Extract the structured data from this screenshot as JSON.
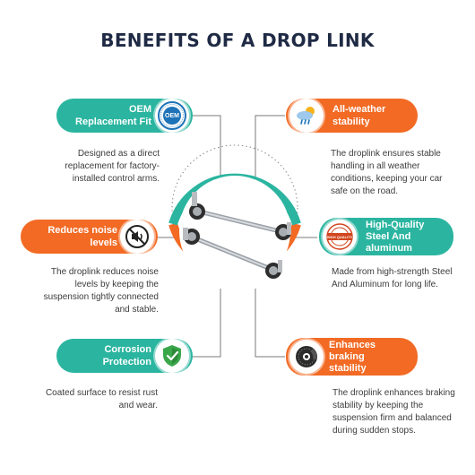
{
  "title": "BENEFITS OF A DROP LINK",
  "colors": {
    "teal": "#2bb5a0",
    "orange": "#f26a24",
    "navy": "#1f2a44",
    "line": "#7a7a7a"
  },
  "benefits": [
    {
      "label_line1": "OEM",
      "label_line2": "Replacement Fit",
      "icon": "oem-badge-icon",
      "badge_text": "OEM",
      "badge_ring": "REPLACEMENT",
      "description": "Designed as a direct replacement for factory-installed control arms."
    },
    {
      "label_line1": "All-weather",
      "label_line2": "stability",
      "icon": "weather-icon",
      "description": "The droplink ensures stable handling in all weather conditions, keeping your car safe on the road."
    },
    {
      "label_line1": "Reduces noise",
      "label_line2": "levels",
      "icon": "no-noise-icon",
      "description": "The droplink reduces noise levels by keeping the suspension tightly connected and stable."
    },
    {
      "label_line1": "High-Quality",
      "label_line2": "Steel And",
      "label_line3": "aluminum",
      "icon": "high-quality-stamp-icon",
      "stamp_text": "HIGH QUALITY",
      "description": "Made from high-strength Steel And Aluminum for long life."
    },
    {
      "label_line1": "Corrosion",
      "label_line2": "Protection",
      "icon": "shield-check-icon",
      "description": "Coated surface to resist rust and wear."
    },
    {
      "label_line1": "Enhances",
      "label_line2": "braking",
      "label_line3": "stability",
      "icon": "brake-disc-icon",
      "description": "The droplink enhances braking stability by keeping the suspension firm and balanced during sudden stops."
    }
  ],
  "product_image": "drop-link-product"
}
